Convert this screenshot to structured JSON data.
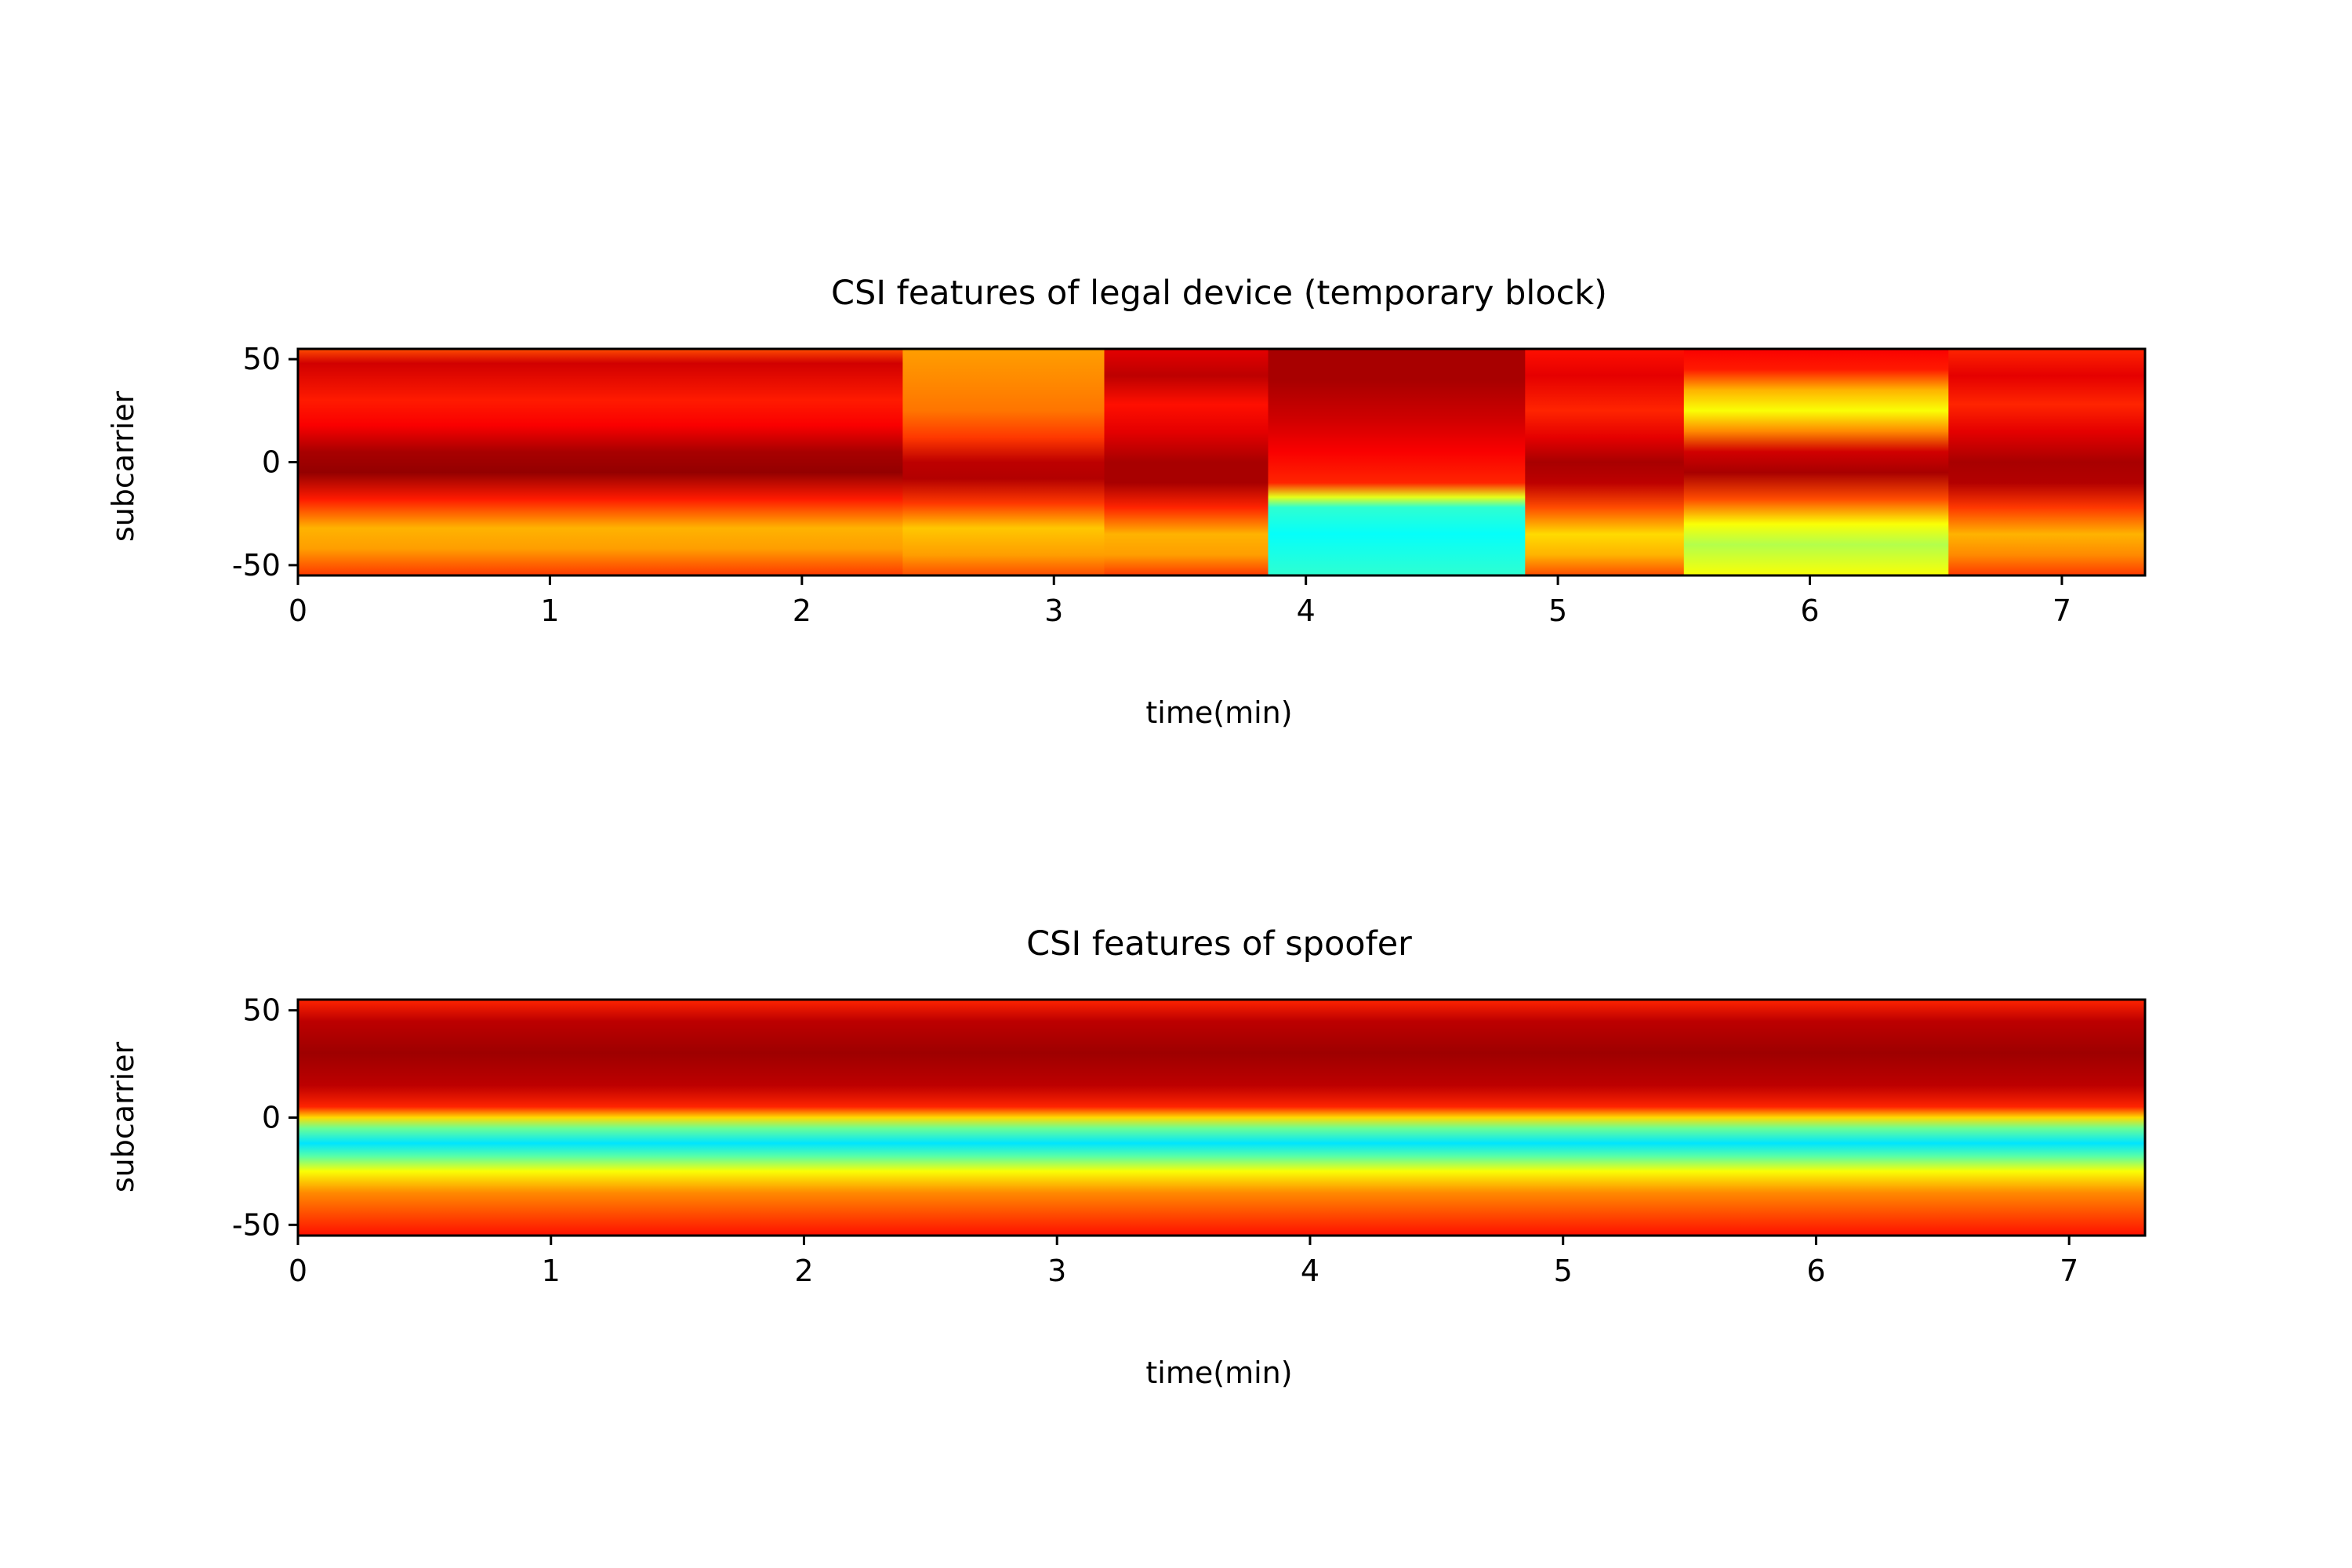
{
  "chart_data": [
    {
      "type": "heatmap",
      "title": "CSI features of legal device (temporary block)",
      "xlabel": "time(min)",
      "ylabel": "subcarrier",
      "xlim": [
        0,
        7.33
      ],
      "ylim": [
        -55,
        55
      ],
      "xticks": [
        0,
        1,
        2,
        3,
        4,
        5,
        6,
        7
      ],
      "xtick_labels": [
        "0",
        "1",
        "2",
        "3",
        "4",
        "5",
        "6",
        "7"
      ],
      "yticks": [
        50,
        0,
        -50
      ],
      "ytick_labels": [
        "50",
        "0",
        "-50"
      ],
      "colormap": "jet",
      "grid": false,
      "segments": [
        {
          "t_start": 0.0,
          "t_end": 2.4,
          "profile": [
            [
              55,
              0.8
            ],
            [
              48,
              0.92
            ],
            [
              30,
              0.85
            ],
            [
              18,
              0.88
            ],
            [
              5,
              0.96
            ],
            [
              -5,
              0.98
            ],
            [
              -18,
              0.85
            ],
            [
              -32,
              0.7
            ],
            [
              -42,
              0.72
            ],
            [
              -55,
              0.82
            ]
          ]
        },
        {
          "t_start": 2.4,
          "t_end": 3.2,
          "profile": [
            [
              55,
              0.72
            ],
            [
              40,
              0.74
            ],
            [
              25,
              0.76
            ],
            [
              12,
              0.82
            ],
            [
              0,
              0.94
            ],
            [
              -8,
              0.95
            ],
            [
              -20,
              0.82
            ],
            [
              -32,
              0.68
            ],
            [
              -45,
              0.72
            ],
            [
              -55,
              0.8
            ]
          ]
        },
        {
          "t_start": 3.2,
          "t_end": 3.85,
          "profile": [
            [
              55,
              0.9
            ],
            [
              42,
              0.94
            ],
            [
              28,
              0.86
            ],
            [
              15,
              0.9
            ],
            [
              0,
              0.96
            ],
            [
              -10,
              0.96
            ],
            [
              -22,
              0.84
            ],
            [
              -35,
              0.7
            ],
            [
              -45,
              0.72
            ],
            [
              -55,
              0.82
            ]
          ]
        },
        {
          "t_start": 3.85,
          "t_end": 4.87,
          "profile": [
            [
              55,
              0.96
            ],
            [
              40,
              0.96
            ],
            [
              20,
              0.92
            ],
            [
              5,
              0.88
            ],
            [
              -10,
              0.84
            ],
            [
              -17,
              0.6
            ],
            [
              -22,
              0.42
            ],
            [
              -35,
              0.38
            ],
            [
              -45,
              0.4
            ],
            [
              -55,
              0.42
            ]
          ]
        },
        {
          "t_start": 4.87,
          "t_end": 5.5,
          "profile": [
            [
              55,
              0.86
            ],
            [
              42,
              0.9
            ],
            [
              25,
              0.84
            ],
            [
              12,
              0.9
            ],
            [
              0,
              0.96
            ],
            [
              -10,
              0.94
            ],
            [
              -22,
              0.8
            ],
            [
              -35,
              0.66
            ],
            [
              -45,
              0.7
            ],
            [
              -55,
              0.8
            ]
          ]
        },
        {
          "t_start": 5.5,
          "t_end": 6.55,
          "profile": [
            [
              55,
              0.88
            ],
            [
              45,
              0.85
            ],
            [
              35,
              0.7
            ],
            [
              25,
              0.62
            ],
            [
              15,
              0.74
            ],
            [
              5,
              0.92
            ],
            [
              -5,
              0.96
            ],
            [
              -18,
              0.8
            ],
            [
              -30,
              0.62
            ],
            [
              -40,
              0.55
            ],
            [
              -55,
              0.62
            ]
          ]
        },
        {
          "t_start": 6.55,
          "t_end": 7.33,
          "profile": [
            [
              55,
              0.84
            ],
            [
              42,
              0.9
            ],
            [
              28,
              0.84
            ],
            [
              15,
              0.9
            ],
            [
              0,
              0.96
            ],
            [
              -10,
              0.95
            ],
            [
              -22,
              0.82
            ],
            [
              -35,
              0.7
            ],
            [
              -45,
              0.74
            ],
            [
              -55,
              0.82
            ]
          ]
        }
      ]
    },
    {
      "type": "heatmap",
      "title": "CSI features of spoofer",
      "xlabel": "time(min)",
      "ylabel": "subcarrier",
      "xlim": [
        0,
        7.3
      ],
      "ylim": [
        -55,
        55
      ],
      "xticks": [
        0,
        1,
        2,
        3,
        4,
        5,
        6,
        7
      ],
      "xtick_labels": [
        "0",
        "1",
        "2",
        "3",
        "4",
        "5",
        "6",
        "7"
      ],
      "yticks": [
        50,
        0,
        -50
      ],
      "ytick_labels": [
        "50",
        "0",
        "-50"
      ],
      "colormap": "jet",
      "grid": false,
      "segments": [
        {
          "t_start": 0.0,
          "t_end": 7.3,
          "profile": [
            [
              55,
              0.84
            ],
            [
              45,
              0.94
            ],
            [
              30,
              0.97
            ],
            [
              15,
              0.94
            ],
            [
              5,
              0.84
            ],
            [
              0,
              0.66
            ],
            [
              -5,
              0.48
            ],
            [
              -12,
              0.35
            ],
            [
              -18,
              0.46
            ],
            [
              -25,
              0.62
            ],
            [
              -35,
              0.74
            ],
            [
              -45,
              0.8
            ],
            [
              -55,
              0.86
            ]
          ]
        }
      ]
    }
  ]
}
